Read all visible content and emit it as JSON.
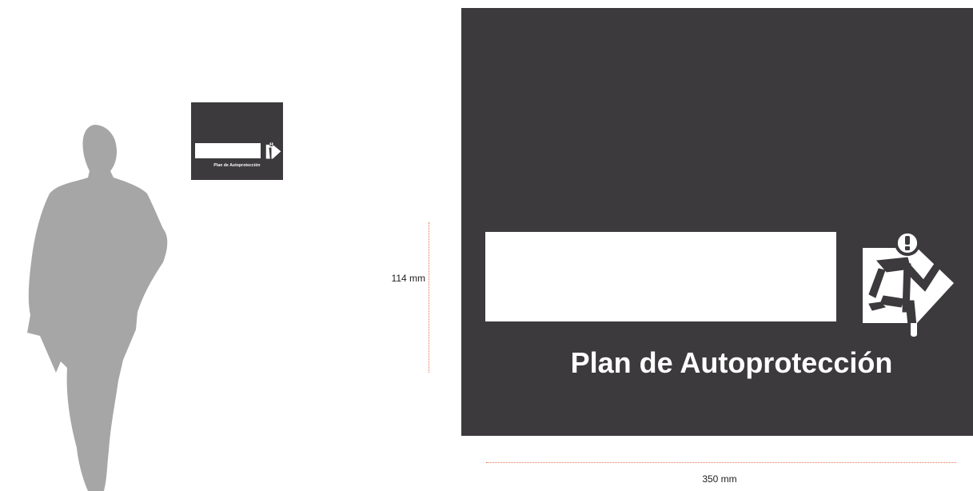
{
  "sign": {
    "title": "Plan de Autoprotección"
  },
  "dimensions": {
    "height_label": "114 mm",
    "width_label": "350 mm"
  },
  "colors": {
    "sign_background": "#3c3a3c",
    "panel": "#ffffff",
    "human_silhouette": "#a6a6a6",
    "dimension_line": "#e27050",
    "label_text": "#222222"
  },
  "icons": {
    "human": "human-silhouette-icon",
    "exit": "running-man-exit-icon",
    "alert": "exclamation-icon"
  }
}
